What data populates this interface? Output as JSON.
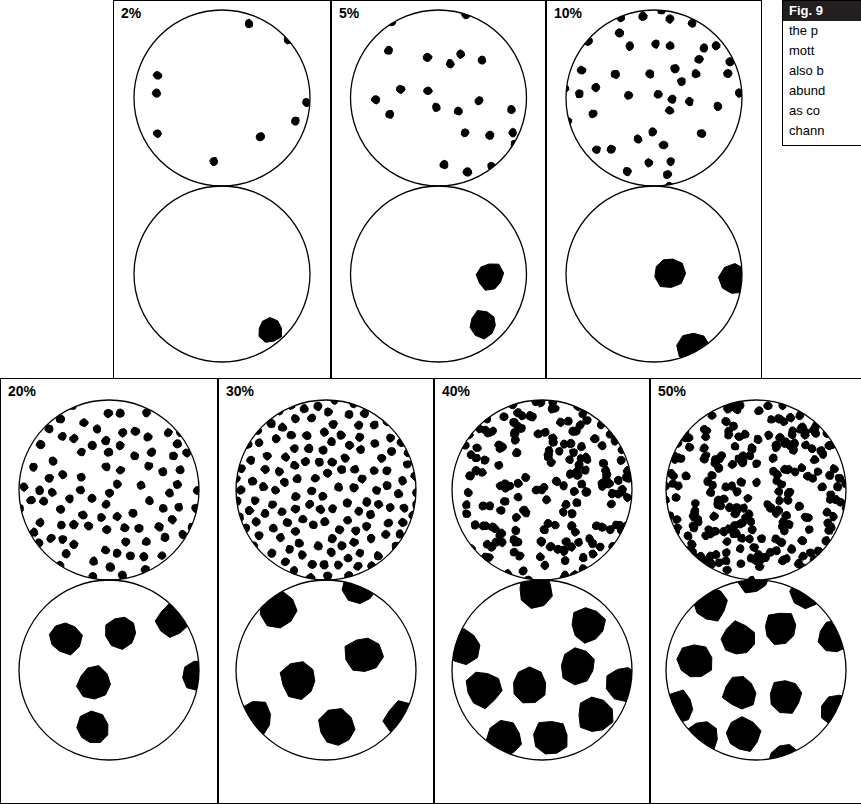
{
  "diagram": {
    "nodes": [
      {
        "text": [
          "2%"
        ]
      },
      {
        "text": [
          "5%"
        ]
      },
      {
        "text": [
          "10%"
        ]
      },
      {
        "text": [
          "Fig. 9",
          "the p",
          "mott",
          "also b",
          "abund",
          "as co",
          "chann"
        ]
      },
      {
        "text": [
          "20%"
        ]
      },
      {
        "text": [
          "30%"
        ]
      },
      {
        "text": [
          "40%"
        ]
      },
      {
        "text": [
          "50%"
        ]
      }
    ]
  }
}
